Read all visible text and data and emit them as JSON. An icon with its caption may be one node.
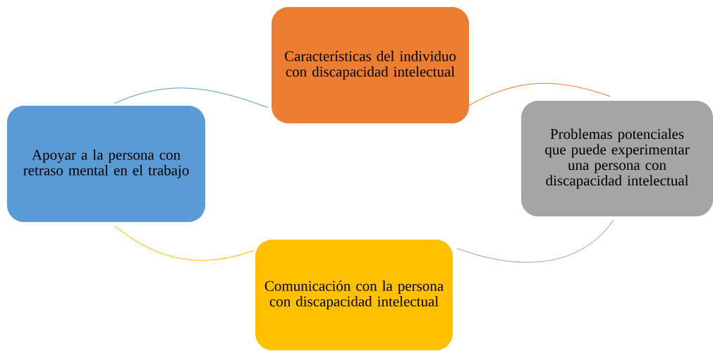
{
  "diagram": {
    "nodes": [
      {
        "text": [
          "Características del individuo con discapacidad intelectual"
        ]
      },
      {
        "text": [
          "Problemas potenciales que puede experimentar una persona con discapacidad intelectual"
        ]
      },
      {
        "text": [
          "Comunicación con la persona con discapacidad intelectual"
        ]
      },
      {
        "text": [
          "Apoyar a la persona con retraso mental en el trabajo"
        ]
      }
    ],
    "edges": [
      {
        "from": 0,
        "to": 1,
        "arrow": "none",
        "color": "#ed7d31"
      },
      {
        "from": 1,
        "to": 2,
        "arrow": "none",
        "color": "#a5a5a5"
      },
      {
        "from": 2,
        "to": 3,
        "arrow": "none",
        "color": "#ffc000"
      },
      {
        "from": 3,
        "to": 0,
        "arrow": "none",
        "color": "#5b9bd5"
      }
    ]
  }
}
